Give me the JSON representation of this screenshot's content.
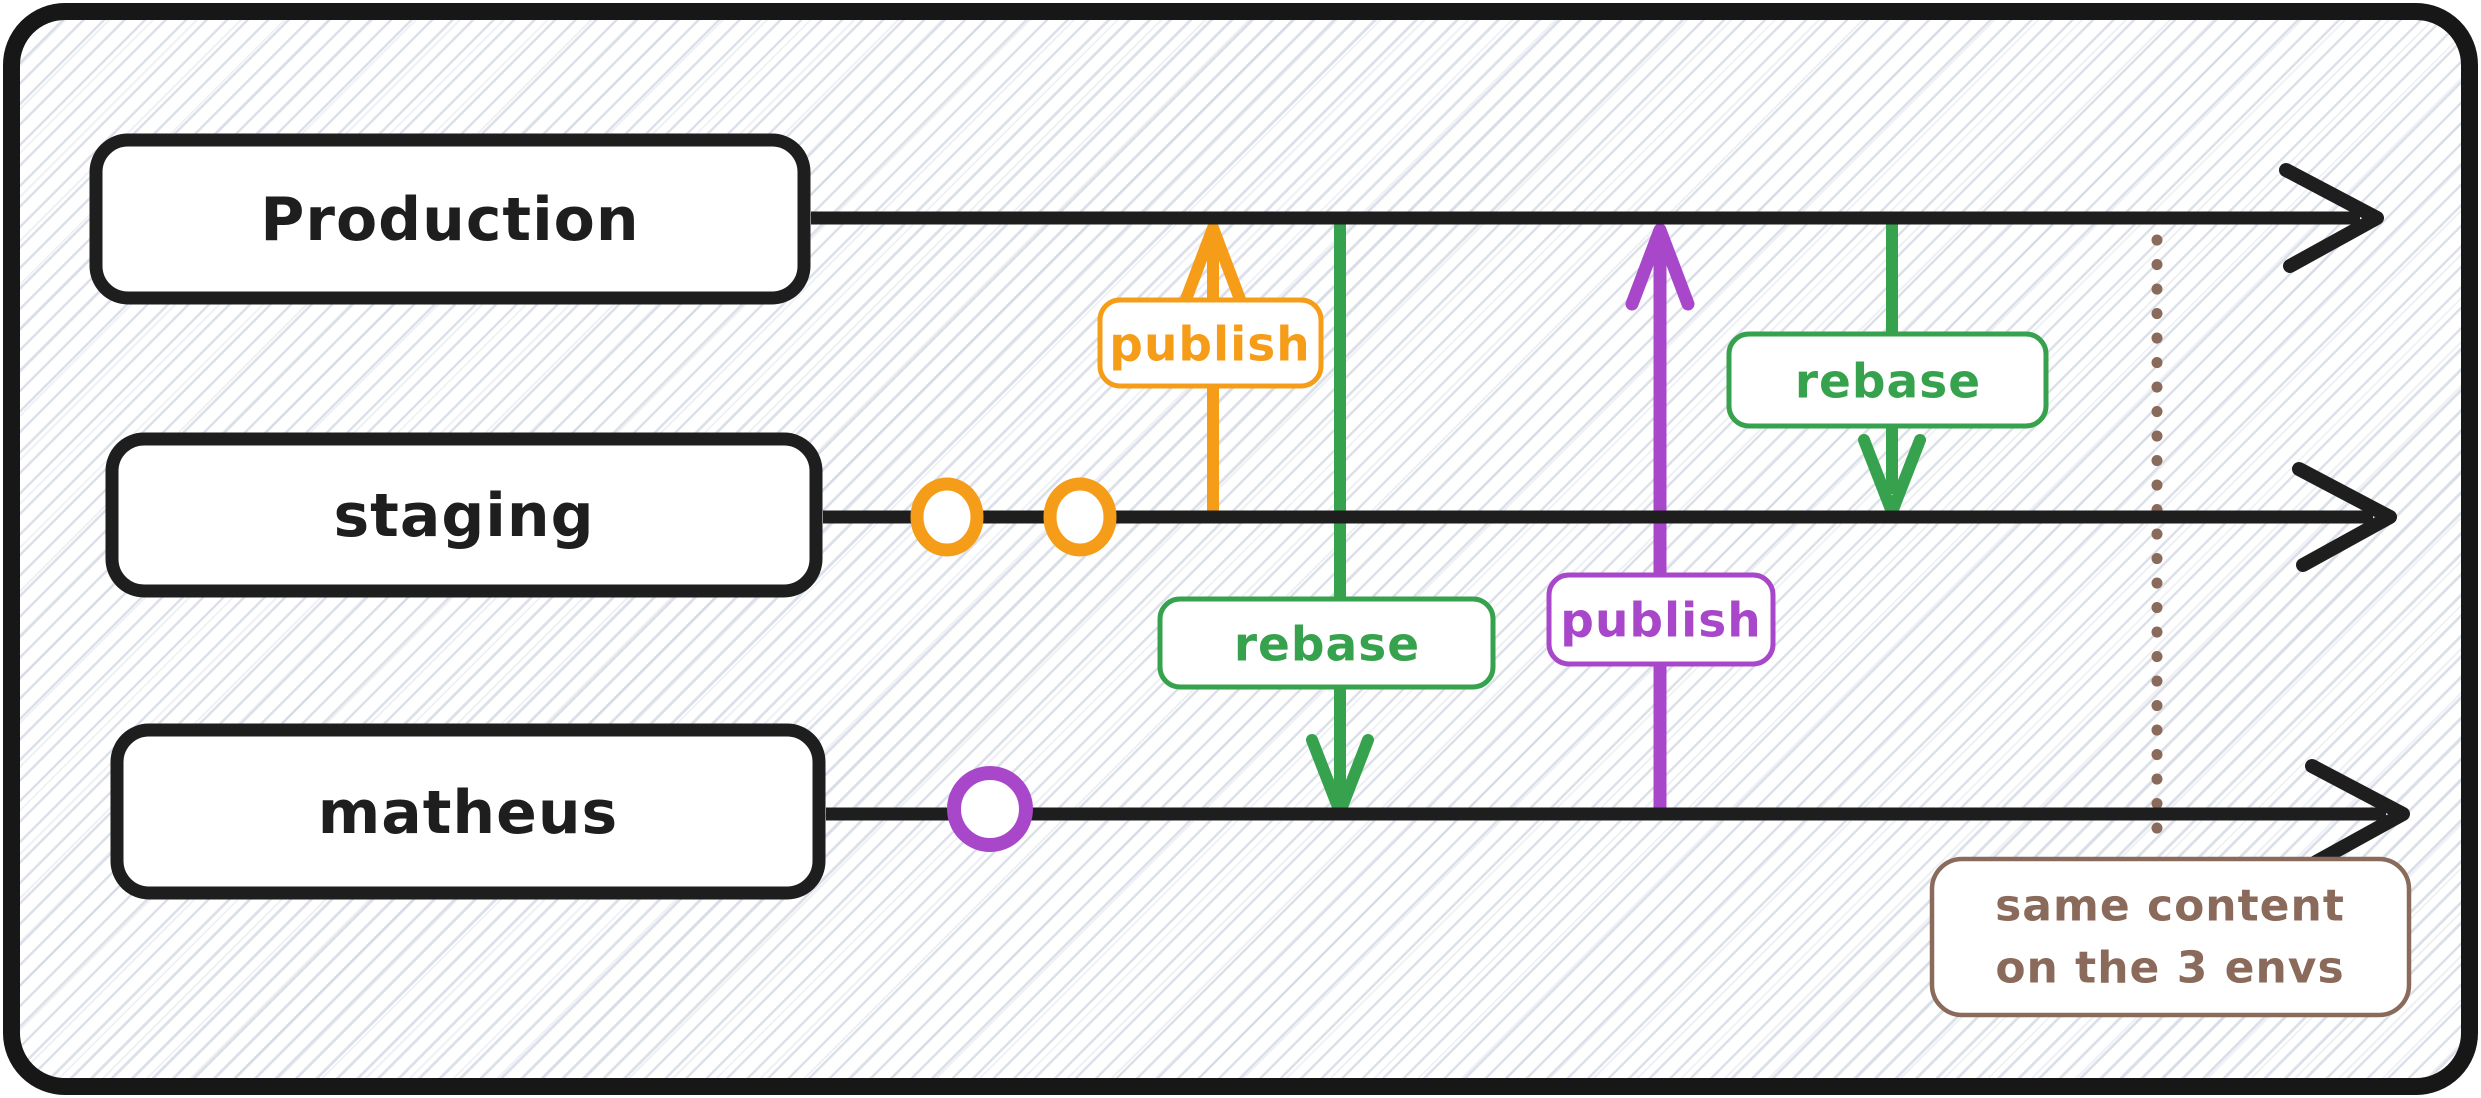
{
  "timelines": [
    {
      "name": "Production"
    },
    {
      "name": "staging"
    },
    {
      "name": "matheus"
    }
  ],
  "arrows": [
    {
      "label": "publish",
      "color": "#f59d18",
      "direction": "up",
      "from": "staging",
      "to": "Production"
    },
    {
      "label": "rebase",
      "color": "#37a24d",
      "direction": "down",
      "from": "Production",
      "to": "matheus"
    },
    {
      "label": "publish",
      "color": "#a847c9",
      "direction": "up",
      "from": "matheus",
      "to": "Production"
    },
    {
      "label": "rebase",
      "color": "#37a24d",
      "direction": "down",
      "from": "Production",
      "to": "staging"
    }
  ],
  "commits": [
    {
      "timeline": "staging",
      "color": "#f59d18",
      "count": 2
    },
    {
      "timeline": "matheus",
      "color": "#a847c9",
      "count": 1
    }
  ],
  "note": {
    "line1": "same content",
    "line2": "on the 3 envs",
    "color": "#8a6a5a"
  },
  "colors": {
    "ink": "#1e1e1e",
    "orange": "#f59d18",
    "green": "#37a24d",
    "purple": "#a847c9",
    "brown": "#8a6a5a",
    "hatch": "#dfe3ec",
    "background": "#ffffff"
  }
}
